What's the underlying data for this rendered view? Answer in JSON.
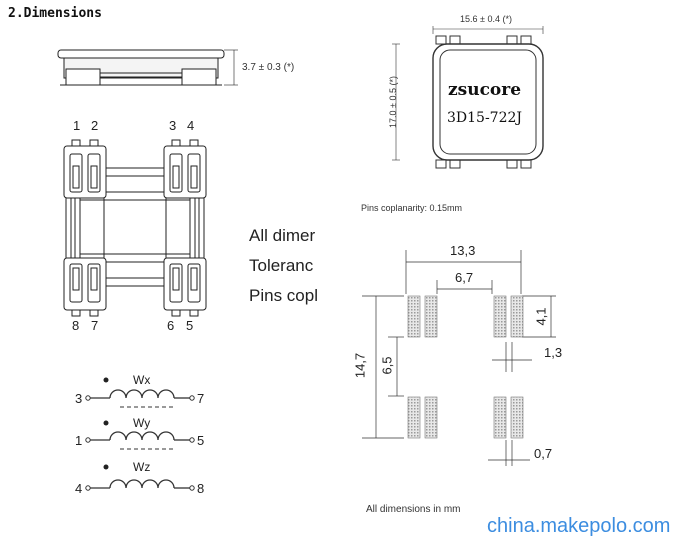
{
  "section_title": "2.Dimensions",
  "side_height_dim": "3.7 ± 0.3 (*)",
  "top_pin_labels": [
    "1",
    "2",
    "3",
    "4"
  ],
  "bottom_pin_labels": [
    "8",
    "7",
    "6",
    "5"
  ],
  "partial_text": [
    "All dimer",
    "Toleranc",
    "Pins copl"
  ],
  "windings": [
    {
      "name": "Wx",
      "left_pin": "3",
      "right_pin": "7"
    },
    {
      "name": "Wy",
      "left_pin": "1",
      "right_pin": "5"
    },
    {
      "name": "Wz",
      "left_pin": "4",
      "right_pin": "8"
    }
  ],
  "package_width": "15.6 ± 0.4 (*)",
  "package_height": "17.0 ± 0.5 (*)",
  "brand": "zsucore",
  "part_number": "3D15-722J",
  "coplanarity": "Pins coplanarity: 0.15mm",
  "footprint": {
    "overall_width": "13,3",
    "inner_width": "6,7",
    "pad_height": "4,1",
    "pad_gap": "1,3",
    "overall_height": "14,7",
    "inner_height": "6,5",
    "pad_width": "0,7"
  },
  "units_note": "All dimensions in mm",
  "watermark": "china.makepolo.com"
}
